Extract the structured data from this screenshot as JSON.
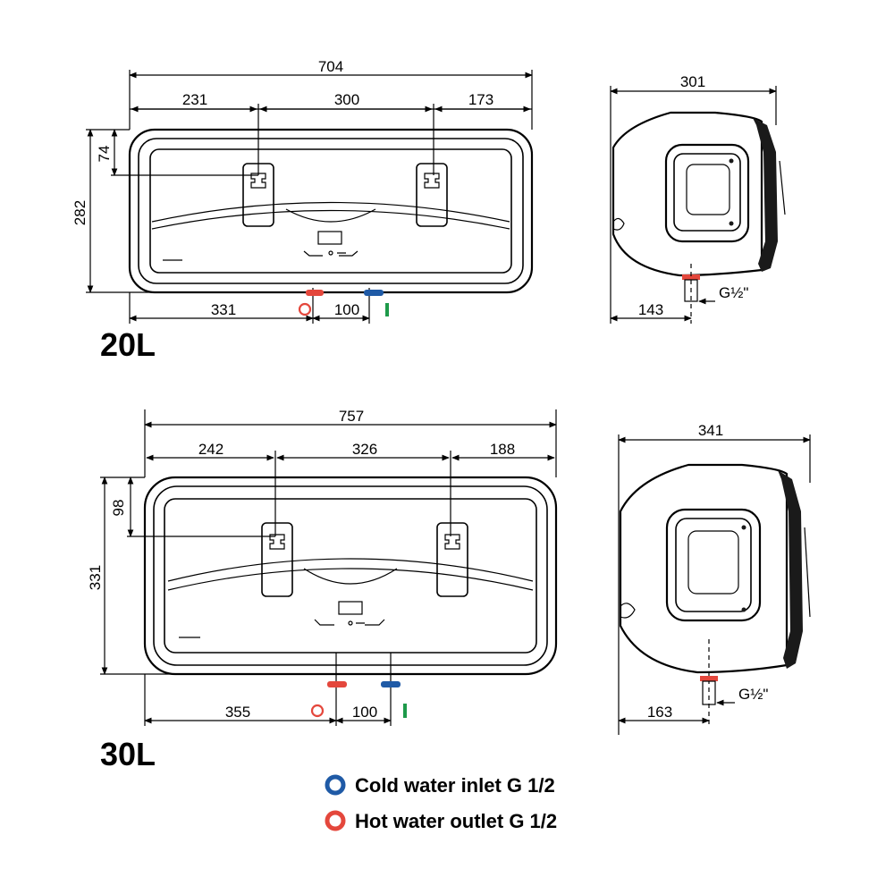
{
  "colors": {
    "line": "#000000",
    "cold_inlet": "#1f5aa6",
    "hot_outlet": "#e4473c",
    "ground_mark": "#1e9a4a",
    "shell": "#1a1a1a"
  },
  "legend": {
    "cold_label": "Cold water inlet G 1/2",
    "hot_label": "Hot water outlet G 1/2"
  },
  "models": [
    {
      "name": "20L",
      "front": {
        "total_width": "704",
        "left_to_hook": "231",
        "hook_spacing": "300",
        "hook_to_right": "173",
        "hook_height": "74",
        "total_height": "282",
        "left_to_outlet": "331",
        "pipe_spacing": "100"
      },
      "side": {
        "depth": "301",
        "pipe_offset": "143",
        "thread": "G½\""
      }
    },
    {
      "name": "30L",
      "front": {
        "total_width": "757",
        "left_to_hook": "242",
        "hook_spacing": "326",
        "hook_to_right": "188",
        "hook_height": "98",
        "total_height": "331",
        "left_to_outlet": "355",
        "pipe_spacing": "100"
      },
      "side": {
        "depth": "341",
        "pipe_offset": "163",
        "thread": "G½\""
      }
    }
  ]
}
